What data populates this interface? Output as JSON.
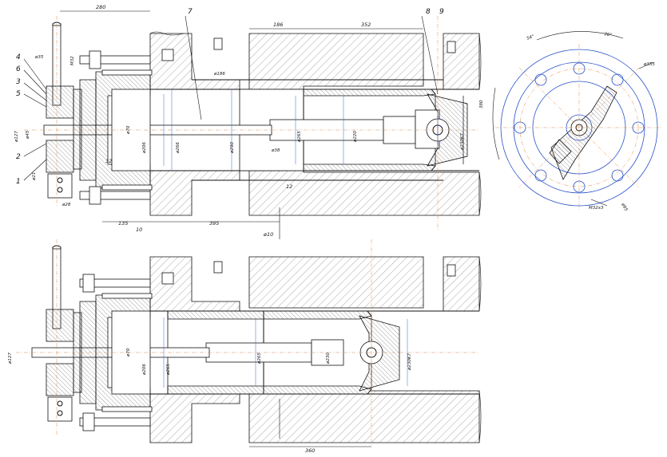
{
  "section_a": {
    "position_labels": [
      "7",
      "8",
      "9",
      "4",
      "6",
      "3",
      "5",
      "1",
      "2"
    ],
    "dims": {
      "d280": "280",
      "d186": "186",
      "d352": "352",
      "d135": "135",
      "d395": "395",
      "d10a": "10",
      "d10b": "ø10",
      "d32": "32",
      "d12": "12",
      "phi35": "ø35",
      "m32": "M32",
      "phi186": "ø186",
      "phi127": "ø127",
      "phi45": "ø45",
      "phi21": "ø21",
      "phi28": "ø28",
      "phi70": "ø70",
      "phi206": "ø206",
      "phi266": "ø266",
      "phi290": "ø290",
      "phi38": "ø38",
      "phi265": "ø265",
      "phi220": "ø220",
      "phi230k7": "ø230K7"
    }
  },
  "section_b": {
    "dims": {
      "phi127": "ø127",
      "phi70": "ø70",
      "phi206": "ø206",
      "phi265a": "ø265",
      "phi265b": "ø265",
      "phi230": "ø230",
      "phi230k7": "ø230K7",
      "d360": "360"
    }
  },
  "flange_view": {
    "dims": {
      "ang1": "54°",
      "ang2": "36°",
      "phi355": "ø355",
      "d380": "380",
      "m32x3": "M32x3",
      "phi95": "ø95"
    }
  }
}
